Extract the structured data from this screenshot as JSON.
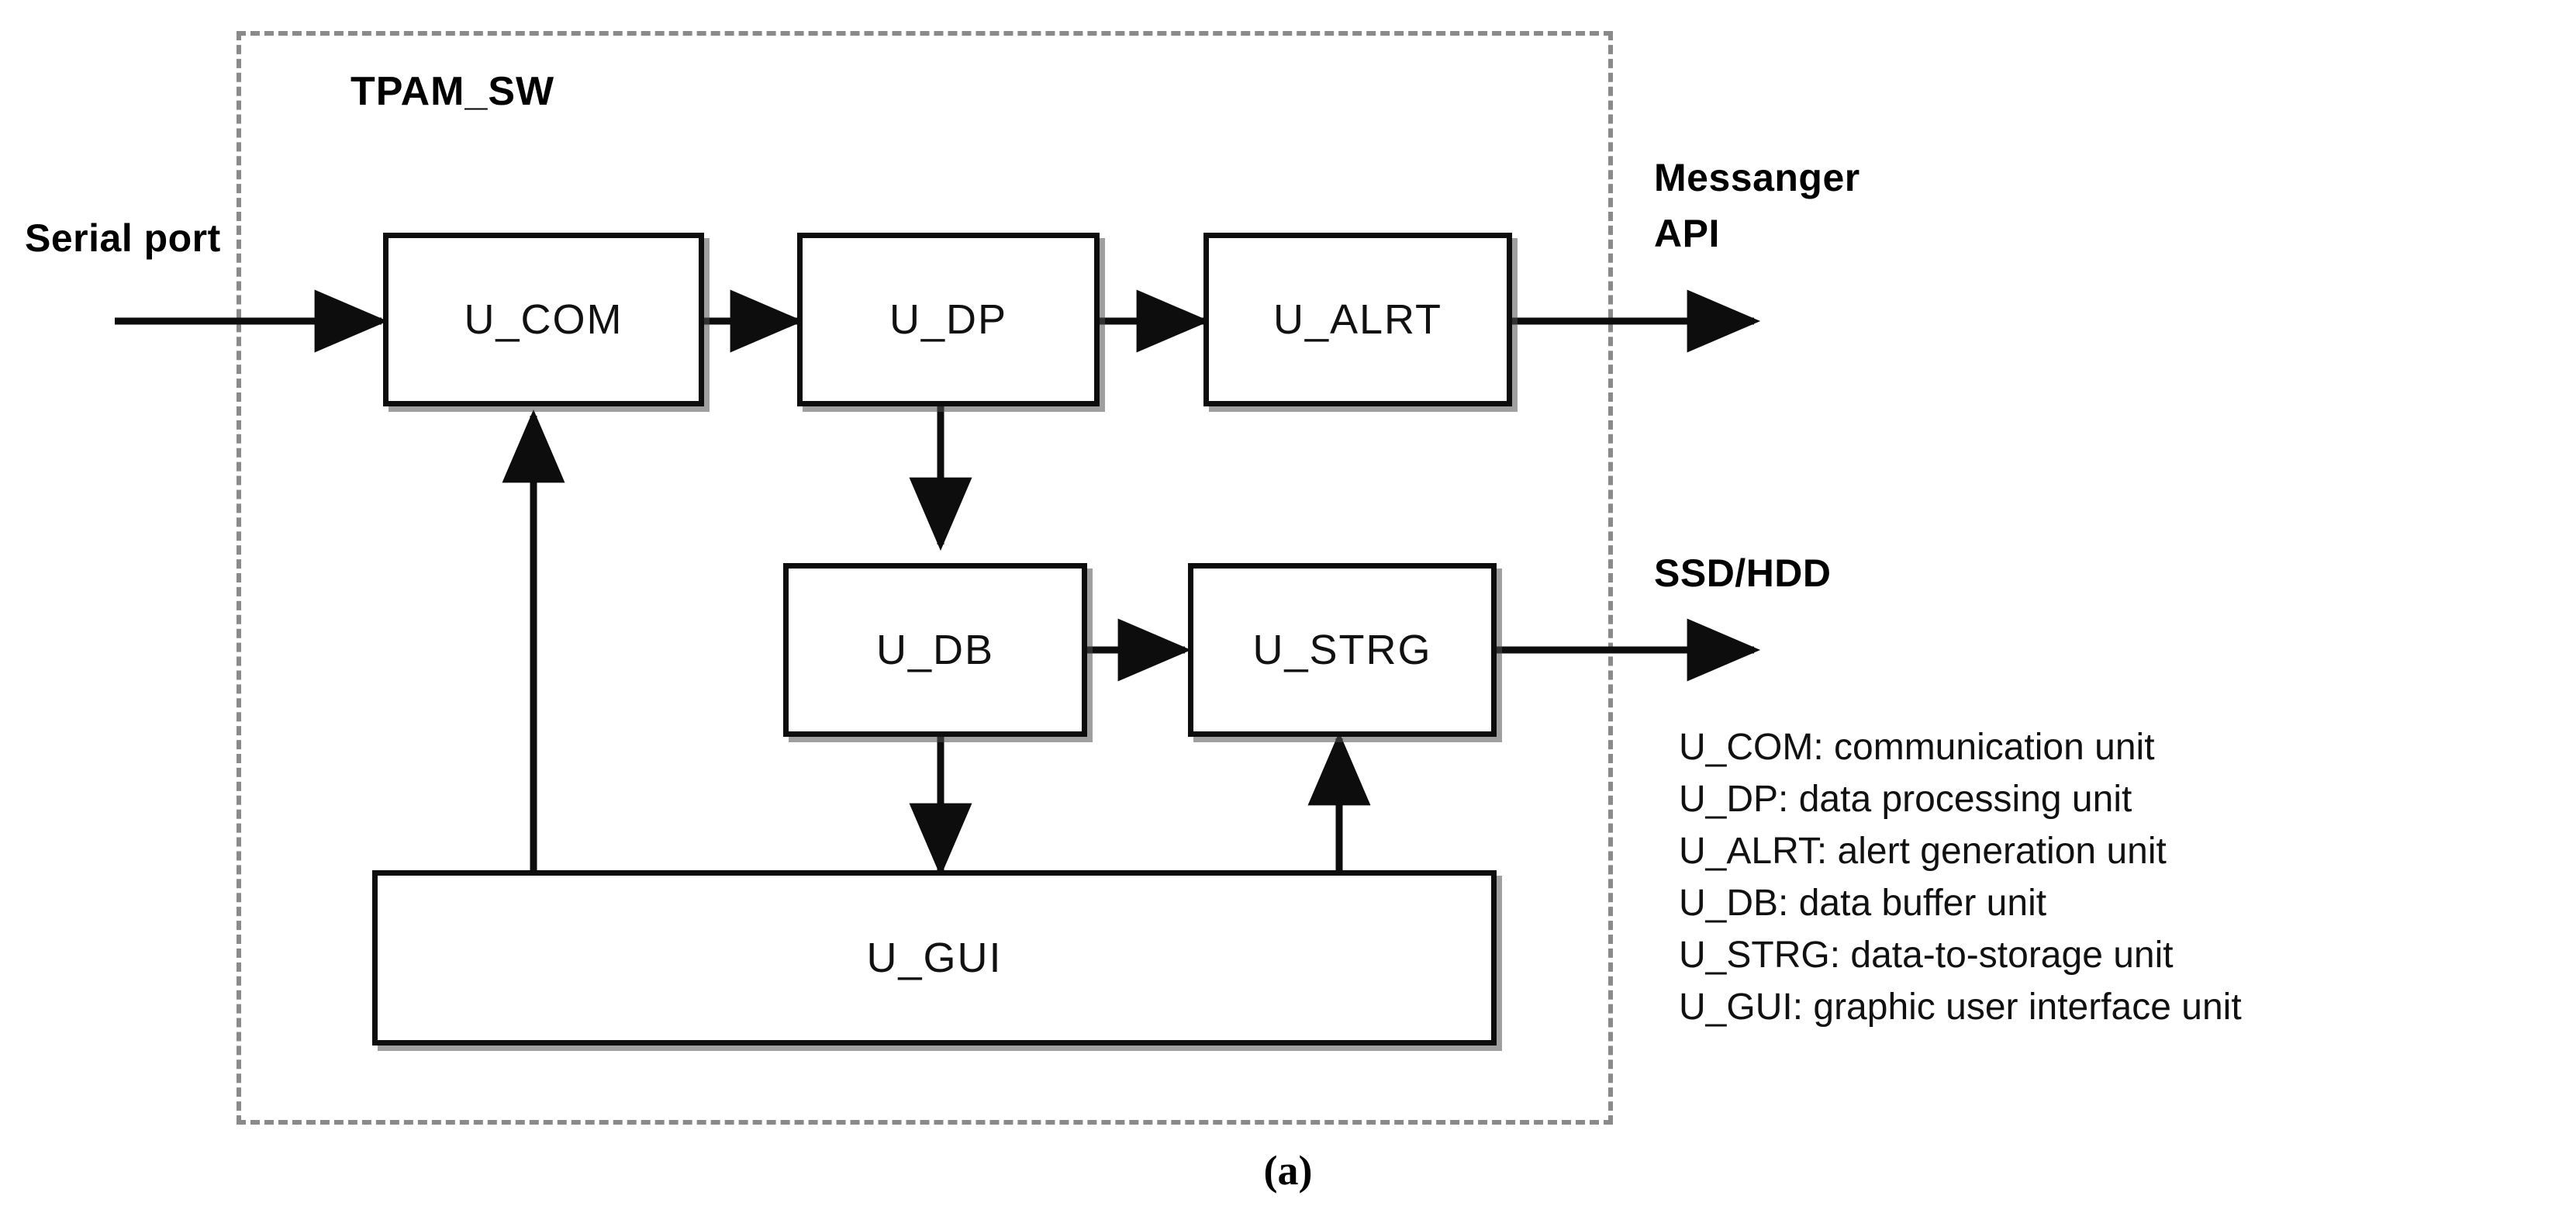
{
  "diagram": {
    "container_label": "TPAM_SW",
    "external_labels": {
      "input_left": "Serial port",
      "output_top_line1": "Messanger",
      "output_top_line2": "API",
      "output_bottom": "SSD/HDD"
    },
    "blocks": [
      {
        "id": "u_com",
        "label": "U_COM"
      },
      {
        "id": "u_dp",
        "label": "U_DP"
      },
      {
        "id": "u_alrt",
        "label": "U_ALRT"
      },
      {
        "id": "u_db",
        "label": "U_DB"
      },
      {
        "id": "u_strg",
        "label": "U_STRG"
      },
      {
        "id": "u_gui",
        "label": "U_GUI"
      }
    ],
    "legend": [
      "U_COM: communication unit",
      "U_DP: data processing unit",
      "U_ALRT: alert generation unit",
      "U_DB: data buffer unit",
      "U_STRG: data-to-storage unit",
      "U_GUI: graphic user interface unit"
    ],
    "caption": "(a)",
    "colors": {
      "stroke": "#0d0d0d",
      "dashed_border": "#8a8a8a",
      "background": "#ffffff",
      "text": "#111111"
    }
  }
}
